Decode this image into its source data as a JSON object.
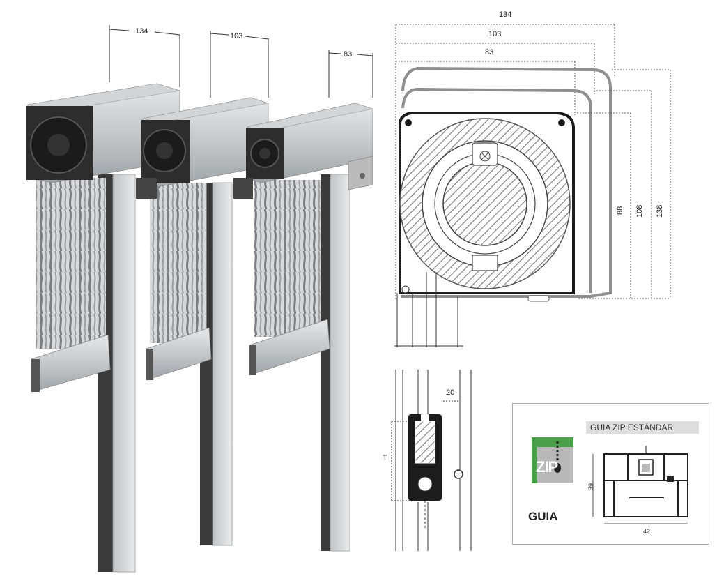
{
  "photo_dims": [
    "134",
    "103",
    "83"
  ],
  "top_dims": [
    "134",
    "103",
    "83"
  ],
  "side_dims": [
    "88",
    "108",
    "138"
  ],
  "guide_dim": "20",
  "guide_side_label": "T",
  "zip_box": {
    "title": "GUIA ZIP ESTÁNDAR",
    "logo_text": "ZIP",
    "logo_caption": "GUIA",
    "height_dim": "39",
    "width_dim": "42"
  },
  "colors": {
    "zip_green": "#4aa04a",
    "aluminium": "#c9cccf",
    "dark_profile": "#1c1c1c"
  }
}
